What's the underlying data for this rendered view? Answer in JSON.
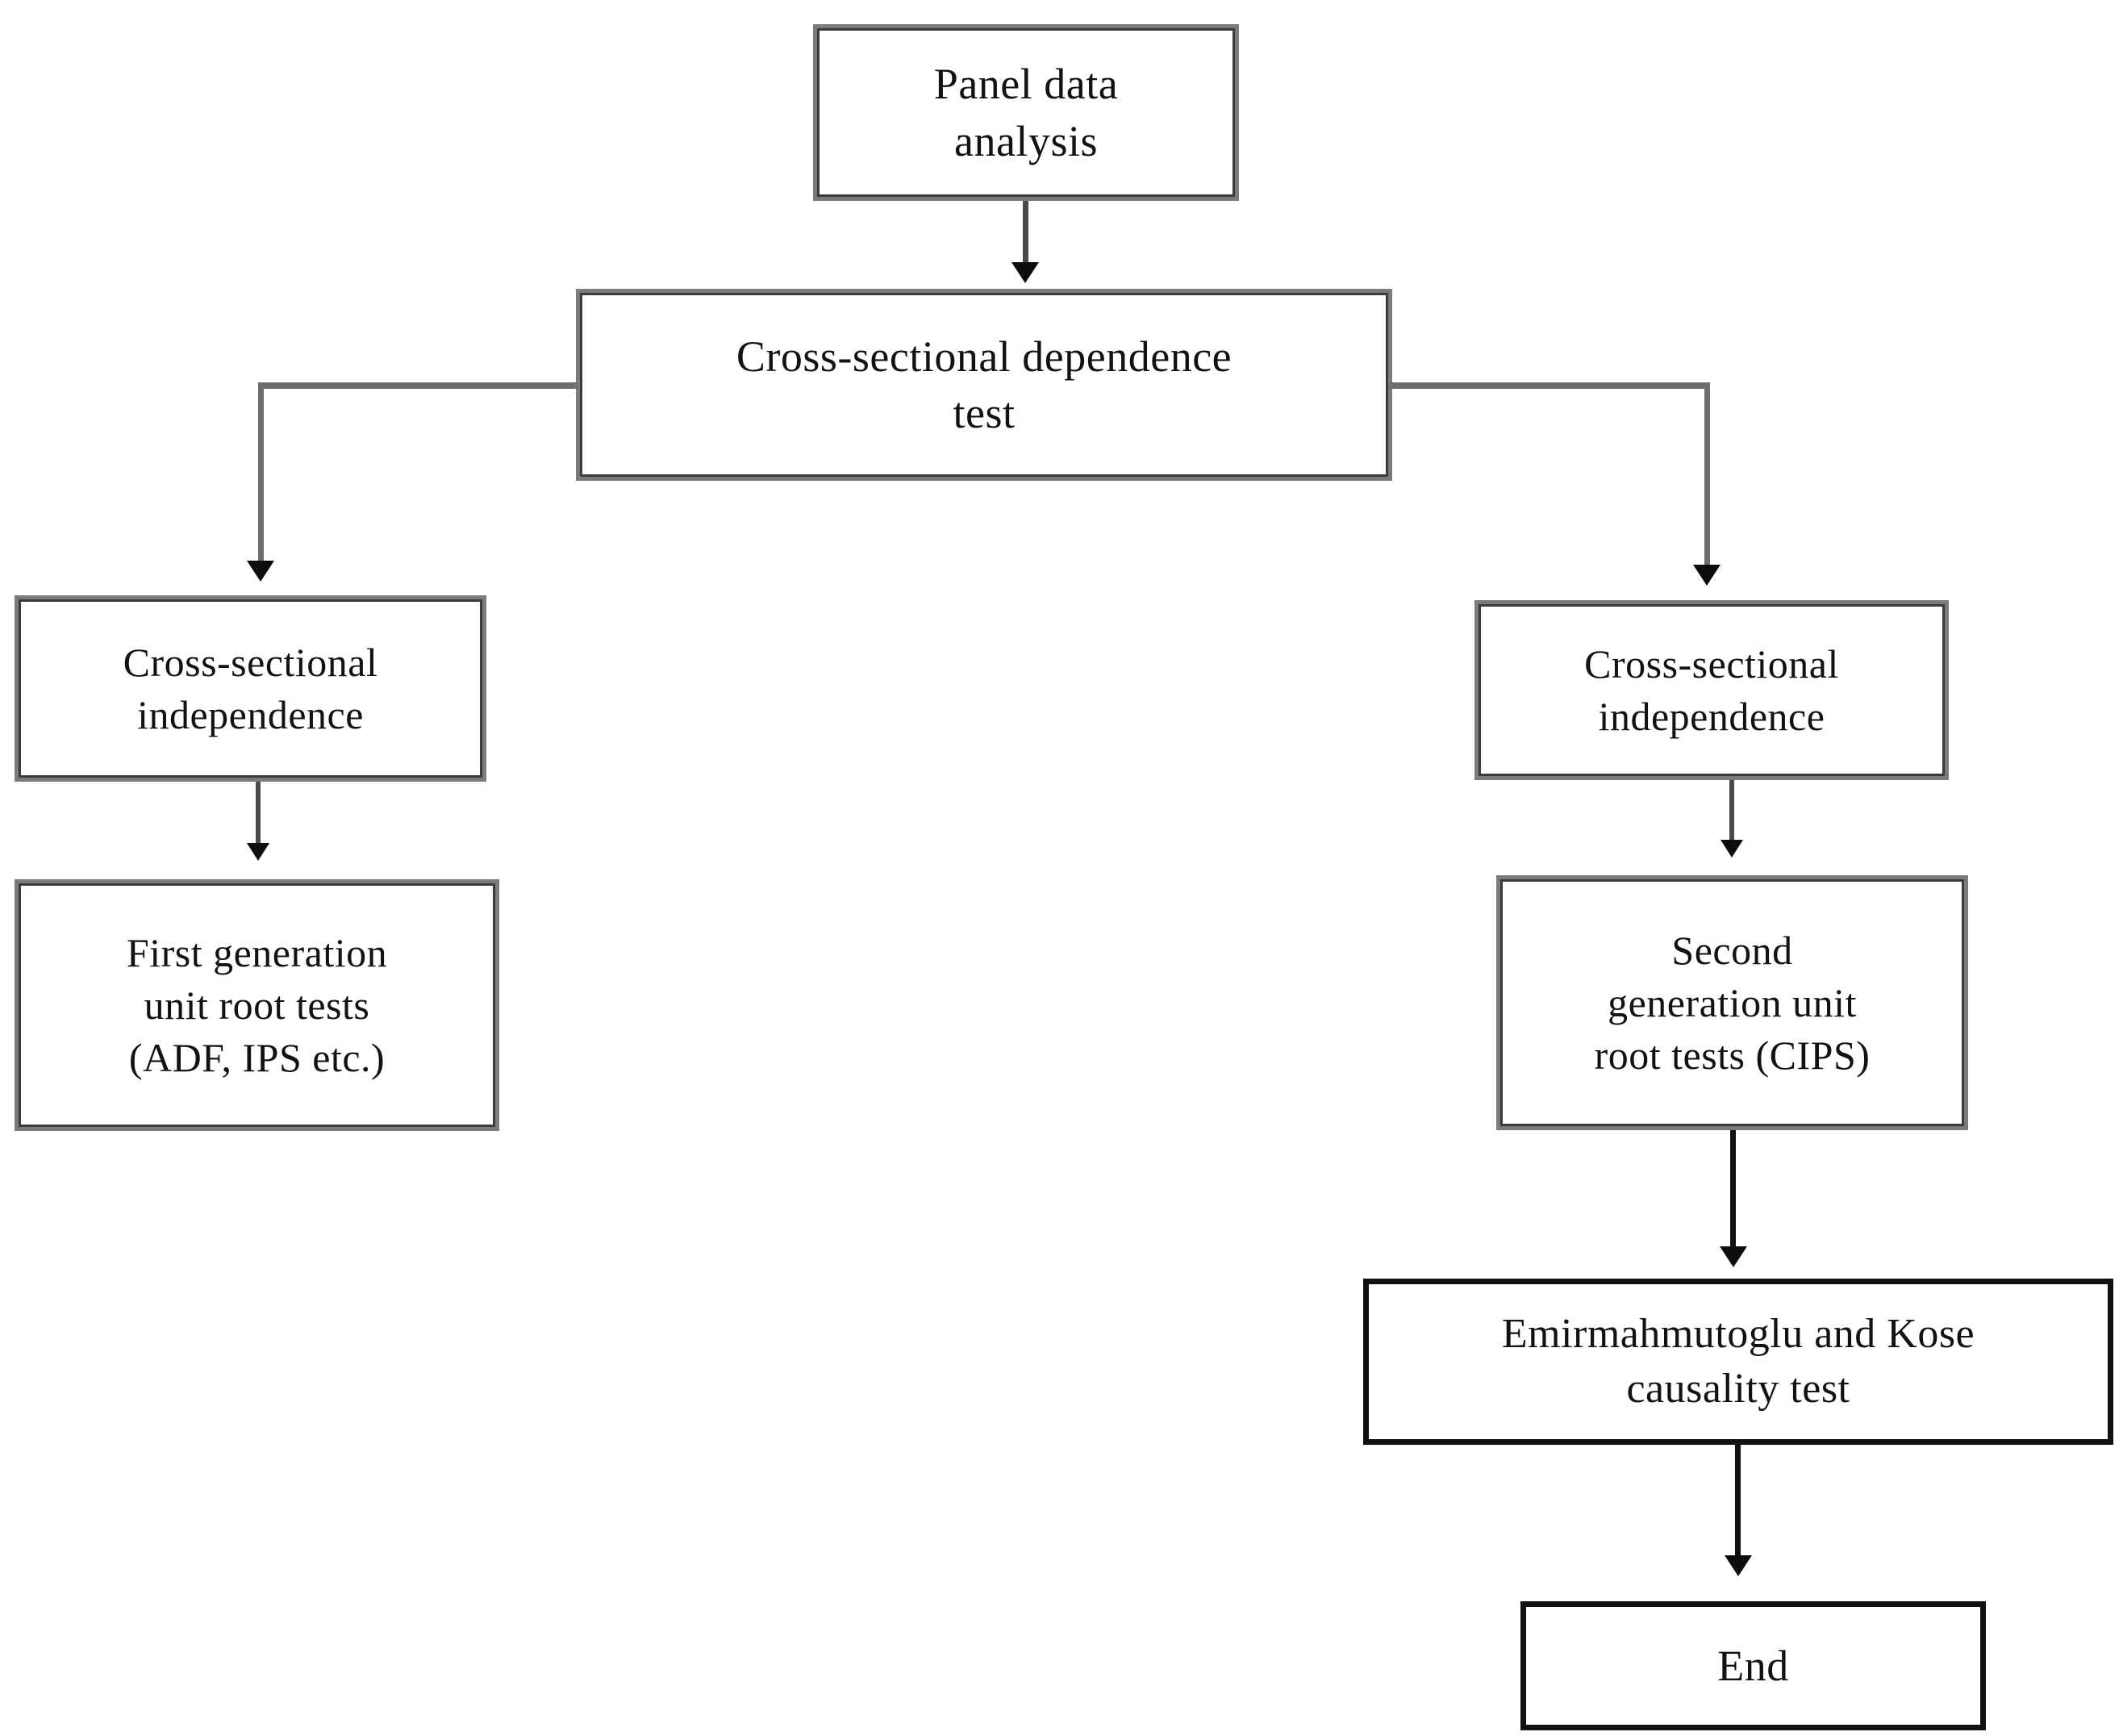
{
  "diagram": {
    "title": "Panel data analysis methodology flowchart",
    "type": "flowchart",
    "orientation": "top-down",
    "colors": {
      "box_border_grey": "#7b7b7b",
      "box_border_dark": "#111111",
      "connector": "#4a4a4a",
      "text": "#121212",
      "background": "#ffffff"
    },
    "nodes": [
      {
        "id": "panel-data",
        "label": "Panel data\nanalysis"
      },
      {
        "id": "cs-dependence",
        "label": "Cross-sectional  dependence\ntest"
      },
      {
        "id": "cs-independence-l",
        "label": "Cross-sectional\nindependence"
      },
      {
        "id": "first-gen",
        "label": "First generation\nunit  root tests\n(ADF, IPS etc.)"
      },
      {
        "id": "cs-independence-r",
        "label": "Cross-sectional\nindependence"
      },
      {
        "id": "second-gen",
        "label": "Second\ngeneration  unit\nroot tests (CIPS)"
      },
      {
        "id": "causality",
        "label": "Emirmahmutoglu  and Kose\ncausality test"
      },
      {
        "id": "end",
        "label": "End"
      }
    ],
    "edges": [
      {
        "from": "panel-data",
        "to": "cs-dependence",
        "style": "straight-arrow"
      },
      {
        "from": "cs-dependence",
        "to": "cs-independence-l",
        "style": "elbow-left-arrow"
      },
      {
        "from": "cs-dependence",
        "to": "cs-independence-r",
        "style": "elbow-right-arrow"
      },
      {
        "from": "cs-independence-l",
        "to": "first-gen",
        "style": "straight-arrow"
      },
      {
        "from": "cs-independence-r",
        "to": "second-gen",
        "style": "straight-arrow"
      },
      {
        "from": "second-gen",
        "to": "causality",
        "style": "straight-arrow"
      },
      {
        "from": "causality",
        "to": "end",
        "style": "straight-arrow"
      }
    ]
  }
}
